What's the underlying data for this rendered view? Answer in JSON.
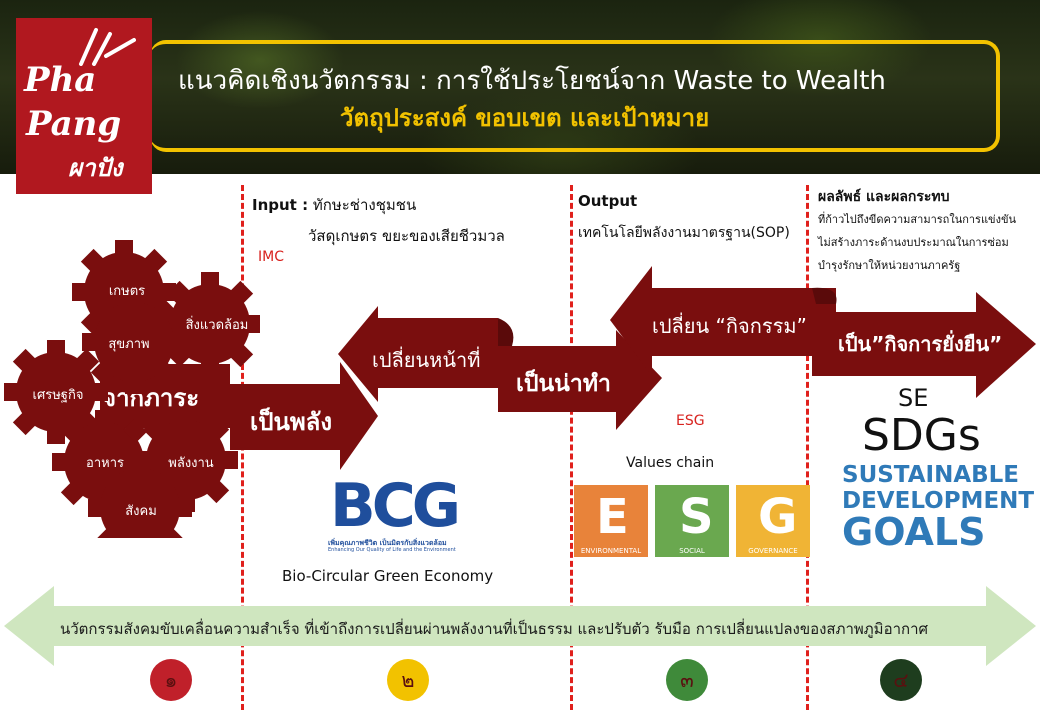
{
  "header": {
    "logo_text": [
      "Pha",
      "Pang",
      "ผาปัง"
    ],
    "title_line1": "แนวคิดเชิงนวัตกรรม : การใช้ประโยชน์จาก Waste to Wealth",
    "title_line2": "วัตถุประสงค์ ขอบเขต และเป้าหมาย"
  },
  "input": {
    "label": "Input :",
    "line1": "ทักษะช่างชุมชน",
    "line2": "วัสดุเกษตร ขยะของเสียชีวมวล",
    "imc": "IMC"
  },
  "output": {
    "label": "Output",
    "line1": "เทคโนโลยีพลังงานมาตรฐาน(SOP)"
  },
  "impact": {
    "label": "ผลลัพธ์ และผลกระทบ",
    "lines": [
      "ที่ก้าวไปถึงขีดความสามารถในการแข่งขัน",
      "ไม่สร้างภาระด้านงบประมาณในการซ่อม",
      "บำรุงรักษาให้หน่วยงานภาครัฐ"
    ]
  },
  "gears": [
    "เกษตร",
    "สิ่งแวดล้อม",
    "สุขภาพ",
    "เศรษฐกิจ",
    "อาหาร",
    "พลังงาน",
    "สังคม"
  ],
  "arrows": {
    "burden": "จากภาระ",
    "power": "เป็นพลัง",
    "change_role": "เปลี่ยนหน้าที่",
    "worth_doing": "เป็นน่าทำ",
    "change_activity": "เปลี่ยน “กิจกรรม”",
    "sustainable": "เป็น”กิจการยั่งยืน”"
  },
  "bcg": {
    "logo": "BCG",
    "tagline1": "เพิ่มคุณภาพชีวิต เป็นมิตรกับสิ่งแวดล้อม",
    "tagline2": "Enhancing Our Quality of Life and the Environment",
    "caption": "Bio-Circular Green Economy"
  },
  "esg": {
    "label": "ESG",
    "values_chain": "Values chain",
    "tiles": [
      {
        "letter": "E",
        "caption": "ENVIRONMENTAL",
        "color": "#e8833a"
      },
      {
        "letter": "S",
        "caption": "SOCIAL",
        "color": "#6aa84f"
      },
      {
        "letter": "G",
        "caption": "GOVERNANCE",
        "color": "#f0b435"
      }
    ]
  },
  "sdg": {
    "se": "SE",
    "sdgs": "SDGs",
    "logo_lines": [
      "SUSTAINABLE",
      "DEVELOPMENT",
      "GOALS"
    ]
  },
  "banner": "นวัตกรรมสังคมขับเคลื่อนความสำเร็จ ที่เข้าถึงการเปลี่ยนผ่านพลังงานที่เป็นธรรม และปรับตัว รับมือ การเปลี่ยนแปลงของสภาพภูมิอากาศ",
  "steps": [
    {
      "num": "๑",
      "color": "#c0202a"
    },
    {
      "num": "๒",
      "color": "#f2c200"
    },
    {
      "num": "๓",
      "color": "#3f8a3a"
    },
    {
      "num": "๔",
      "color": "#1e3d1e"
    }
  ],
  "colors": {
    "maroon": "#7a0e0e",
    "accent": "#f2c200",
    "dash": "#e0201c",
    "banner": "#cfe6bf"
  }
}
